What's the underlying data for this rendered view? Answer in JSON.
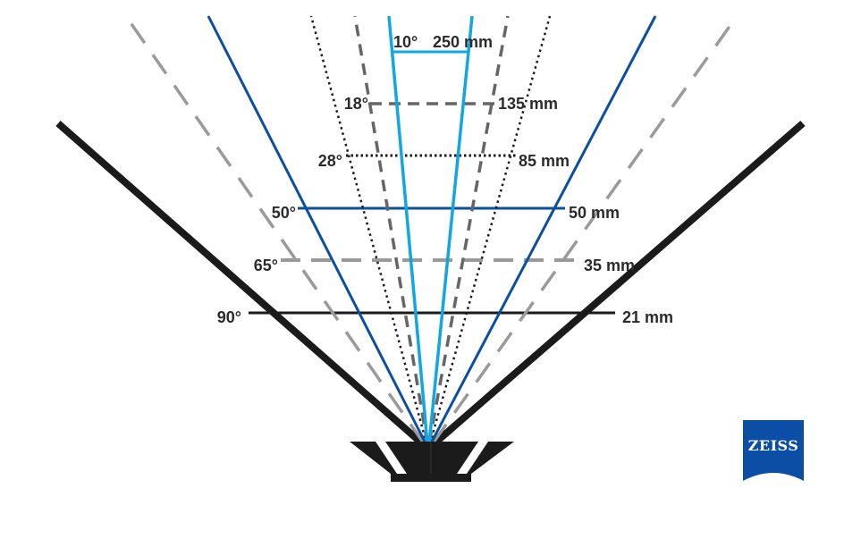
{
  "colors": {
    "black": "#1b1b1b",
    "dark_blue": "#0b4ea2",
    "light_blue": "#12a7e0",
    "dark_gray": "#666666",
    "light_gray": "#9a9a9a",
    "logo_blue": "#0a4ea6"
  },
  "focal_lengths": [
    {
      "angle_label": "10°",
      "focal_label": "250 mm"
    },
    {
      "angle_label": "18°",
      "focal_label": "135 mm"
    },
    {
      "angle_label": "28°",
      "focal_label": "85 mm"
    },
    {
      "angle_label": "50°",
      "focal_label": "50 mm"
    },
    {
      "angle_label": "65°",
      "focal_label": "35 mm"
    },
    {
      "angle_label": "90°",
      "focal_label": "21 mm"
    }
  ],
  "logo": {
    "text": "ZEISS"
  }
}
